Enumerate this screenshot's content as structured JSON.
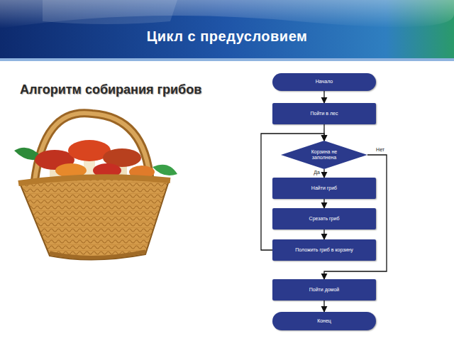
{
  "diagram": {
    "title": "Цикл с предусловием",
    "nodes": [
      {
        "text": [
          "Начало"
        ]
      },
      {
        "text": [
          "Пойти в лес"
        ]
      },
      {
        "text": [
          "Корзина не заполнена"
        ]
      },
      {
        "text": [
          "Найти гриб"
        ]
      },
      {
        "text": [
          "Срезать гриб"
        ]
      },
      {
        "text": [
          "Положить гриб в корзину"
        ]
      },
      {
        "text": [
          "Пойти домой"
        ]
      },
      {
        "text": [
          "Конец"
        ]
      }
    ],
    "edges": [
      {
        "from": 0,
        "to": 1,
        "arrow": "to"
      },
      {
        "from": 1,
        "to": 2,
        "arrow": "to"
      },
      {
        "from": 2,
        "to": 3,
        "label": "Да",
        "arrow": "to"
      },
      {
        "from": 3,
        "to": 4,
        "arrow": "to"
      },
      {
        "from": 4,
        "to": 5,
        "arrow": "to"
      },
      {
        "from": 5,
        "to": 2,
        "arrow": "to"
      },
      {
        "from": 2,
        "to": 6,
        "label": "Нет",
        "arrow": "to"
      },
      {
        "from": 6,
        "to": 7,
        "arrow": "to"
      }
    ],
    "labels": [
      "Алгоритм собирания грибов"
    ]
  }
}
